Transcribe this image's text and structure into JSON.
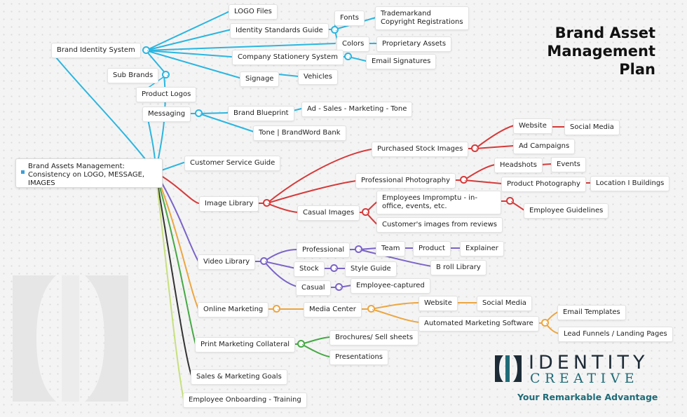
{
  "title_lines": [
    "Brand Asset",
    "Management",
    "Plan"
  ],
  "root": "Brand Assets Management: Consistency on LOGO, MESSAGE, IMAGES",
  "colors": {
    "blue": "#2bb6e0",
    "red": "#d63a3a",
    "purple": "#7a64c8",
    "orange": "#eca640",
    "green": "#46a844",
    "black": "#333333",
    "lime": "#c7e07e",
    "logo_dark": "#1d2b37",
    "logo_teal": "#1f6b77"
  },
  "branches": {
    "brand_identity_system": "Brand Identity System",
    "logo_files": "LOGO Files",
    "identity_standards_guide": "Identity Standards Guide",
    "fonts": "Fonts",
    "trademark": "Trademarkand Copyright Registrations",
    "colors": "Colors",
    "proprietary_assets": "Proprietary Assets",
    "company_stationery": "Company Stationery System",
    "email_signatures": "Email Signatures",
    "signage": "Signage",
    "vehicles": "Vehicles",
    "sub_brands": "Sub Brands",
    "product_logos": "Product Logos",
    "messaging": "Messaging",
    "brand_blueprint": "Brand Blueprint",
    "ad_sales": "Ad - Sales - Marketing - Tone",
    "tone_bank": "Tone | BrandWord Bank",
    "customer_service": "Customer Service Guide",
    "image_library": "Image Library",
    "purchased_stock": "Purchased Stock Images",
    "website_1": "Website",
    "social_media_1": "Social Media",
    "ad_campaigns": "Ad Campaigns",
    "professional_photography": "Professional Photography",
    "headshots": "Headshots",
    "events": "Events",
    "product_photography": "Product Photography",
    "location_buildings": "Location I Buildings",
    "casual_images": "Casual Images",
    "employees_impromptu": "Employees Impromptu - in-office, events, etc.",
    "employee_guidelines": "Employee Guidelines",
    "customer_images": "Customer's images from reviews",
    "video_library": "Video Library",
    "professional": "Professional",
    "team": "Team",
    "product": "Product",
    "explainer": "Explainer",
    "b_roll": "B roll Library",
    "stock": "Stock",
    "style_guide": "Style Guide",
    "casual": "Casual",
    "employee_captured": "Employee-captured",
    "online_marketing": "Online Marketing",
    "media_center": "Media Center",
    "website_2": "Website",
    "social_media_2": "Social Media",
    "automated_marketing": "Automated Marketing Software",
    "email_templates": "Email Templates",
    "lead_funnels": "Lead Funnels / Landing Pages",
    "print_collateral": "Print Marketing Collateral",
    "brochures": "Brochures/ Sell sheets",
    "presentations": "Presentations",
    "sales_goals": "Sales & Marketing Goals",
    "onboarding": "Employee Onboarding - Training"
  },
  "logo": {
    "word1": "IDENTITY",
    "word2": "CREATIVE",
    "tagline": "Your Remarkable Advantage"
  }
}
